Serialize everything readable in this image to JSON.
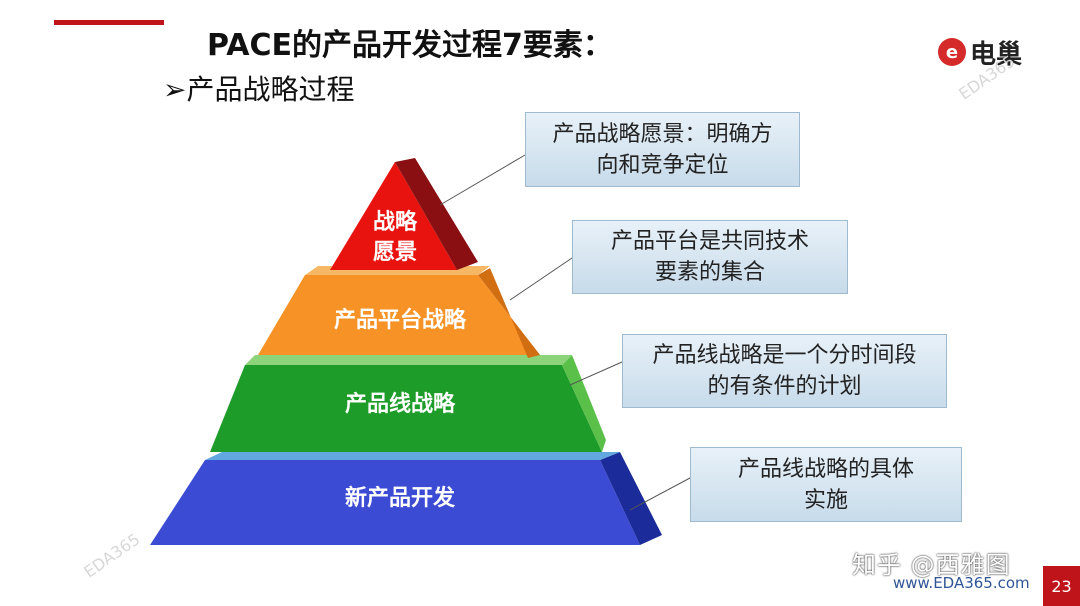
{
  "header": {
    "title": "PACE的产品开发过程7要素：",
    "subtitle": "➢产品战略过程"
  },
  "logo": {
    "icon": "eda-logo-icon",
    "text": "电巢"
  },
  "watermark": "EDA365",
  "pyramid": {
    "levels": [
      {
        "label_line1": "战略",
        "label_line2": "愿景",
        "color": "#e8130f"
      },
      {
        "label": "产品平台战略",
        "color": "#f79226"
      },
      {
        "label": "产品线战略",
        "color": "#1e9c2a"
      },
      {
        "label": "新产品开发",
        "color": "#3c4bd4"
      }
    ]
  },
  "callouts": [
    {
      "line1": "产品战略愿景：明确方",
      "line2": "向和竞争定位"
    },
    {
      "line1": "产品平台是共同技术",
      "line2": "要素的集合"
    },
    {
      "line1": "产品线战略是一个分时间段",
      "line2": "的有条件的计划"
    },
    {
      "line1": "产品线战略的具体",
      "line2": "实施"
    }
  ],
  "footer": {
    "zhihu": "知乎 @西雅图",
    "url": "www.EDA365.com",
    "page": "23"
  }
}
